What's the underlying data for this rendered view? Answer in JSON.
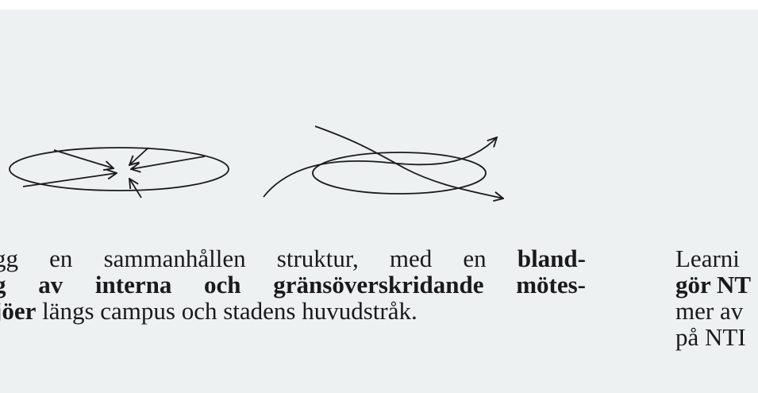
{
  "left_paragraph": {
    "line1": {
      "normal": "gg en sammanhållen struktur, med en ",
      "bold": "bland-"
    },
    "line2": {
      "bold": "g av interna och gränsöverskridande mötes-"
    },
    "line3": {
      "bold": "jöer",
      "normal": " längs campus och stadens huvudstråk."
    }
  },
  "right_paragraph": {
    "line1": {
      "normal": "Learni"
    },
    "line2": {
      "bold": "gör NT"
    },
    "line3": {
      "normal": "mer av"
    },
    "line4": {
      "normal": "på NTI"
    }
  },
  "colors": {
    "page_background": "#edf1f1",
    "ink": "#1a1a1a"
  },
  "icons": [
    "inward-arrows-ellipse-diagram",
    "crossing-arrows-ellipse-diagram"
  ]
}
